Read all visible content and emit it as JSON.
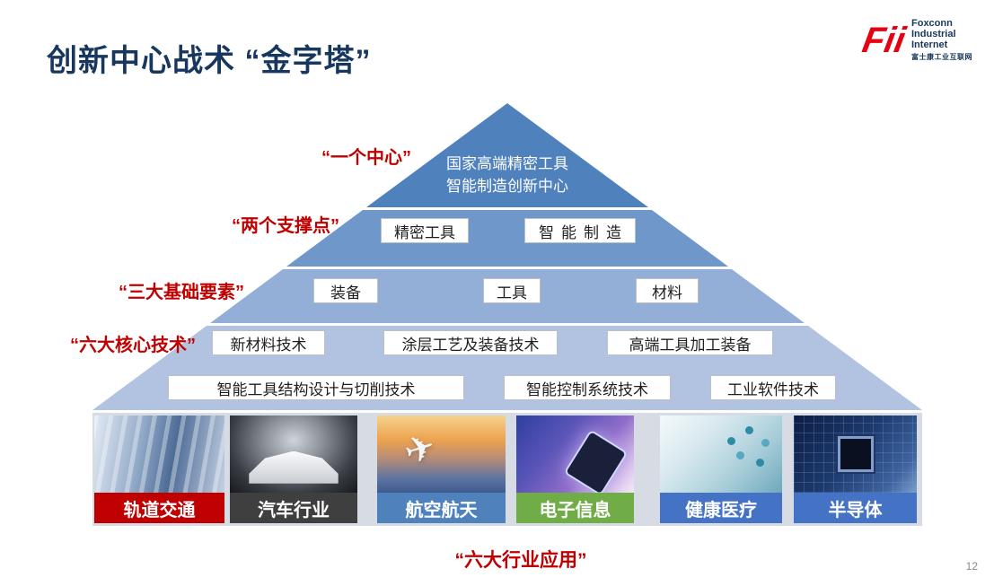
{
  "slide": {
    "title": "创新中心战术 “金字塔”",
    "page_number": "12",
    "bottom_caption": "“六大行业应用”"
  },
  "logo": {
    "mark": "Fii",
    "name_lines": [
      "Foxconn",
      "Industrial",
      "Internet"
    ],
    "name_cn": "富士康工业互联网"
  },
  "pyramid": {
    "level1": {
      "label": "“一个中心”",
      "line1": "国家高端精密工具",
      "line2": "智能制造创新中心"
    },
    "level2": {
      "label": "“两个支撑点”",
      "boxes": [
        "精密工具",
        "智能制造"
      ]
    },
    "level3": {
      "label": "“三大基础要素”",
      "boxes": [
        "装备",
        "工具",
        "材料"
      ]
    },
    "level4": {
      "label": "“六大核心技术”",
      "row1": [
        "新材料技术",
        "涂层工艺及装备技术",
        "高端工具加工装备"
      ],
      "row2": [
        "智能工具结构设计与切削技术",
        "智能控制系统技术",
        "工业软件技术"
      ]
    }
  },
  "industries": [
    {
      "name": "轨道交通",
      "color": "#c00000"
    },
    {
      "name": "汽车行业",
      "color": "#3f3f3f"
    },
    {
      "name": "航空航天",
      "color": "#4f81bd"
    },
    {
      "name": "电子信息",
      "color": "#70ad47"
    },
    {
      "name": "健康医疗",
      "color": "#4472c4"
    },
    {
      "name": "半导体",
      "color": "#4472c4"
    }
  ],
  "colors": {
    "title_text": "#17375e",
    "red_label": "#c00000",
    "band1": "#4f81bd",
    "band2": "#6f97c9",
    "band3": "#93afd7",
    "band4": "#b1c3e0",
    "base": "#d6dbe4"
  }
}
